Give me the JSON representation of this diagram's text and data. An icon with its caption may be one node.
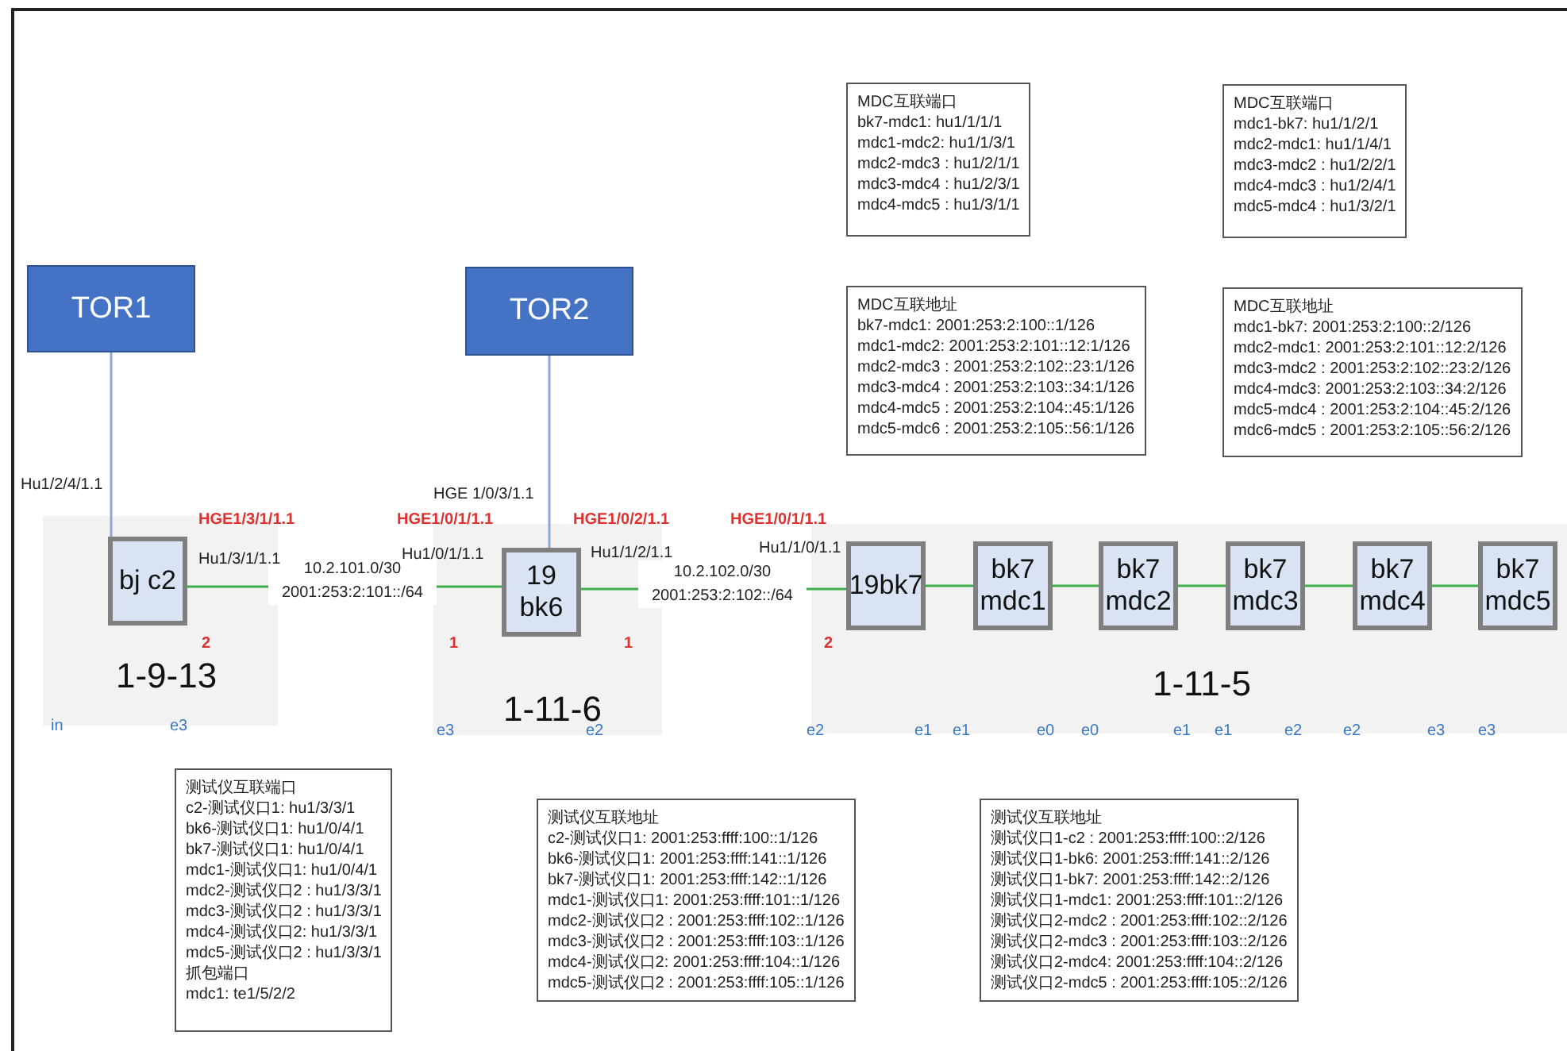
{
  "diagram": {
    "nodes": [
      {
        "text": [
          "TOR1"
        ]
      },
      {
        "text": [
          "TOR2"
        ]
      },
      {
        "text": [
          "1-9-13"
        ]
      },
      {
        "text": [
          "bj c2"
        ],
        "in": 2
      },
      {
        "text": [
          "1-11-6"
        ]
      },
      {
        "text": [
          "19 bk6"
        ],
        "in": 4
      },
      {
        "text": [
          "1-11-5"
        ]
      },
      {
        "text": [
          "19bk7"
        ],
        "in": 6
      },
      {
        "text": [
          "bk7 mdc1"
        ],
        "in": 6
      },
      {
        "text": [
          "bk7 mdc2"
        ],
        "in": 6
      },
      {
        "text": [
          "bk7 mdc3"
        ],
        "in": 6
      },
      {
        "text": [
          "bk7 mdc4"
        ],
        "in": 6
      },
      {
        "text": [
          "bk7 mdc5"
        ],
        "in": 6
      },
      {
        "text": [
          "MDC互联端口",
          "bk7-mdc1: hu1/1/1/1",
          "mdc1-mdc2:  hu1/1/3/1",
          "mdc2-mdc3 : hu1/2/1/1",
          "mdc3-mdc4 : hu1/2/3/1",
          "mdc4-mdc5 : hu1/3/1/1"
        ]
      },
      {
        "text": [
          "MDC互联端口",
          "mdc1-bk7: hu1/1/2/1",
          "mdc2-mdc1:  hu1/1/4/1",
          "mdc3-mdc2 : hu1/2/2/1",
          "mdc4-mdc3 : hu1/2/4/1",
          "mdc5-mdc4 : hu1/3/2/1"
        ]
      },
      {
        "text": [
          "MDC互联地址",
          "bk7-mdc1: 2001:253:2:100::1/126",
          "mdc1-mdc2: 2001:253:2:101::12:1/126",
          "mdc2-mdc3 : 2001:253:2:102::23:1/126",
          "mdc3-mdc4 : 2001:253:2:103::34:1/126",
          "mdc4-mdc5 : 2001:253:2:104::45:1/126",
          "mdc5-mdc6 : 2001:253:2:105::56:1/126"
        ]
      },
      {
        "text": [
          "MDC互联地址",
          "mdc1-bk7: 2001:253:2:100::2/126",
          "mdc2-mdc1: 2001:253:2:101::12:2/126",
          "mdc3-mdc2 : 2001:253:2:102::23:2/126",
          "mdc4-mdc3: 2001:253:2:103::34:2/126",
          "mdc5-mdc4 : 2001:253:2:104::45:2/126",
          "mdc6-mdc5 : 2001:253:2:105::56:2/126"
        ]
      },
      {
        "text": [
          "测试仪互联端口",
          "c2-测试仪口1: hu1/3/3/1",
          "bk6-测试仪口1: hu1/0/4/1",
          "bk7-测试仪口1:  hu1/0/4/1",
          "mdc1-测试仪口1:  hu1/0/4/1",
          "mdc2-测试仪口2 : hu1/3/3/1",
          "mdc3-测试仪口2 : hu1/3/3/1",
          "mdc4-测试仪口2: hu1/3/3/1",
          "mdc5-测试仪口2 : hu1/3/3/1",
          "抓包端口",
          "mdc1: te1/5/2/2"
        ]
      },
      {
        "text": [
          "测试仪互联地址",
          "c2-测试仪口1: 2001:253:ffff:100::1/126",
          "bk6-测试仪口1: 2001:253:ffff:141::1/126",
          "bk7-测试仪口1: 2001:253:ffff:142::1/126",
          "mdc1-测试仪口1:  2001:253:ffff:101::1/126",
          "mdc2-测试仪口2 : 2001:253:ffff:102::1/126",
          "mdc3-测试仪口2 : 2001:253:ffff:103::1/126",
          "mdc4-测试仪口2: 2001:253:ffff:104::1/126",
          "mdc5-测试仪口2 : 2001:253:ffff:105::1/126"
        ]
      },
      {
        "text": [
          "测试仪互联地址",
          "测试仪口1-c2 : 2001:253:ffff:100::2/126",
          "测试仪口1-bk6: 2001:253:ffff:141::2/126",
          "测试仪口1-bk7: 2001:253:ffff:142::2/126",
          "测试仪口1-mdc1:  2001:253:ffff:101::2/126",
          "测试仪口2-mdc2 : 2001:253:ffff:102::2/126",
          "测试仪口2-mdc3 : 2001:253:ffff:103::2/126",
          "测试仪口2-mdc4: 2001:253:ffff:104::2/126",
          "测试仪口2-mdc5 : 2001:253:ffff:105::2/126"
        ]
      }
    ],
    "edges": [
      {
        "from": 0,
        "to": 3,
        "arrow": "none",
        "color": "#8fa6d6"
      },
      {
        "from": 1,
        "to": 5,
        "arrow": "none",
        "color": "#8fa6d6"
      },
      {
        "from": 3,
        "to": 5,
        "arrow": "none",
        "label": "10.2.101.0/30 2001:253:2:101::/64"
      },
      {
        "from": 5,
        "to": 7,
        "arrow": "none",
        "label": "10.2.102.0/30 2001:253:2:102::/64"
      },
      {
        "from": 7,
        "to": 8,
        "arrow": "none"
      },
      {
        "from": 8,
        "to": 9,
        "arrow": "none"
      },
      {
        "from": 9,
        "to": 10,
        "arrow": "none"
      },
      {
        "from": 10,
        "to": 11,
        "arrow": "none"
      },
      {
        "from": 11,
        "to": 12,
        "arrow": "none"
      }
    ],
    "labels": [
      "Hu1/2/4/1.1",
      "HGE1/3/1/1.1",
      "Hu1/3/1/1.1",
      "HGE 1/0/3/1.1",
      "HGE1/0/1/1.1",
      "Hu1/0/1/1.1",
      "HGE1/0/2/1.1",
      "Hu1/1/2/1.1",
      "HGE1/0/1/1.1",
      "Hu1/1/0/1.1",
      "2",
      "1",
      "1",
      "2",
      "in",
      "e3",
      "e3",
      "e2",
      "e2",
      "e1",
      "e1",
      "e0",
      "e0",
      "e1",
      "e1",
      "e2",
      "e2",
      "e3",
      "e3"
    ]
  }
}
